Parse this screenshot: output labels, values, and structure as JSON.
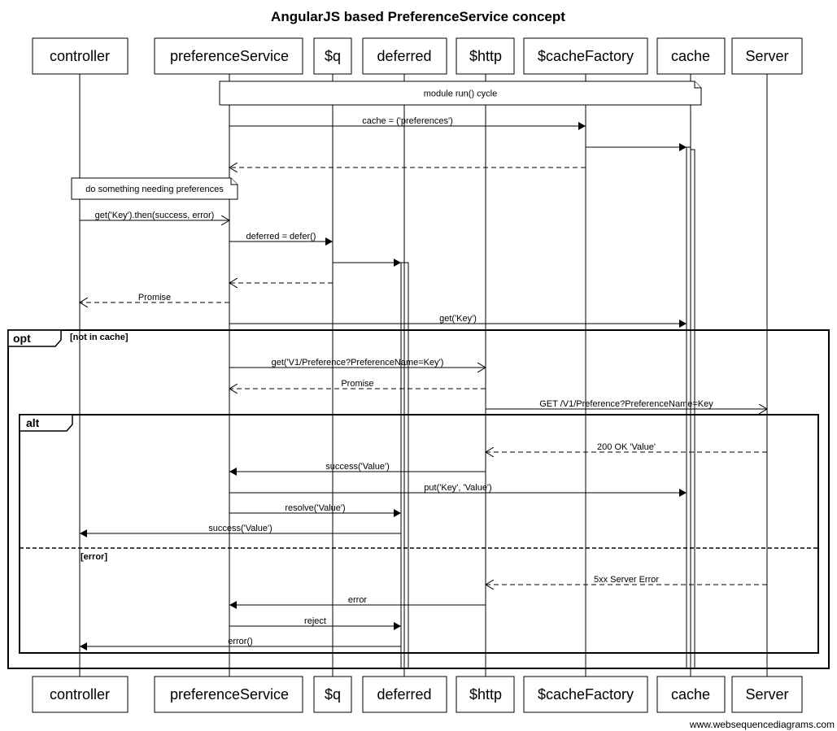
{
  "title": "AngularJS based PreferenceService concept",
  "participants": [
    {
      "id": "controller",
      "label": "controller"
    },
    {
      "id": "preferenceService",
      "label": "preferenceService"
    },
    {
      "id": "q",
      "label": "$q"
    },
    {
      "id": "deferred",
      "label": "deferred"
    },
    {
      "id": "http",
      "label": "$http"
    },
    {
      "id": "cacheFactory",
      "label": "$cacheFactory"
    },
    {
      "id": "cache",
      "label": "cache"
    },
    {
      "id": "server",
      "label": "Server"
    }
  ],
  "notes": [
    {
      "label": "module run() cycle"
    },
    {
      "label": "do something needing preferences"
    }
  ],
  "messages": [
    {
      "from": "preferenceService",
      "to": "cacheFactory",
      "label": "cache = ('preferences')",
      "style": "sync"
    },
    {
      "from": "cacheFactory",
      "to": "cache",
      "label": "",
      "style": "sync"
    },
    {
      "from": "cacheFactory",
      "to": "preferenceService",
      "label": "",
      "style": "return"
    },
    {
      "from": "controller",
      "to": "preferenceService",
      "label": "get('Key').then(success, error)",
      "style": "async"
    },
    {
      "from": "preferenceService",
      "to": "q",
      "label": "deferred = defer()",
      "style": "sync"
    },
    {
      "from": "q",
      "to": "deferred",
      "label": "",
      "style": "sync"
    },
    {
      "from": "q",
      "to": "preferenceService",
      "label": "",
      "style": "return"
    },
    {
      "from": "preferenceService",
      "to": "controller",
      "label": "Promise",
      "style": "return"
    },
    {
      "from": "preferenceService",
      "to": "cache",
      "label": "get('Key')",
      "style": "sync"
    },
    {
      "from": "preferenceService",
      "to": "http",
      "label": "get('V1/Preference?PreferenceName=Key')",
      "style": "async"
    },
    {
      "from": "http",
      "to": "preferenceService",
      "label": "Promise",
      "style": "return"
    },
    {
      "from": "http",
      "to": "server",
      "label": "GET /V1/Preference?PreferenceName=Key",
      "style": "async"
    },
    {
      "from": "server",
      "to": "http",
      "label": "200 OK 'Value'",
      "style": "return"
    },
    {
      "from": "http",
      "to": "preferenceService",
      "label": "success('Value')",
      "style": "sync"
    },
    {
      "from": "preferenceService",
      "to": "cache",
      "label": "put('Key', 'Value')",
      "style": "sync"
    },
    {
      "from": "preferenceService",
      "to": "deferred",
      "label": "resolve('Value')",
      "style": "sync"
    },
    {
      "from": "deferred",
      "to": "controller",
      "label": "success('Value')",
      "style": "sync"
    },
    {
      "from": "server",
      "to": "http",
      "label": "5xx Server Error",
      "style": "return"
    },
    {
      "from": "http",
      "to": "preferenceService",
      "label": "error",
      "style": "sync"
    },
    {
      "from": "preferenceService",
      "to": "deferred",
      "label": "reject",
      "style": "sync"
    },
    {
      "from": "deferred",
      "to": "controller",
      "label": "error()",
      "style": "sync"
    }
  ],
  "fragments": [
    {
      "keyword": "opt",
      "guard": "[not in cache]"
    },
    {
      "keyword": "alt",
      "guard": "",
      "else_guard": "[error]"
    }
  ],
  "watermark": "www.websequencediagrams.com"
}
